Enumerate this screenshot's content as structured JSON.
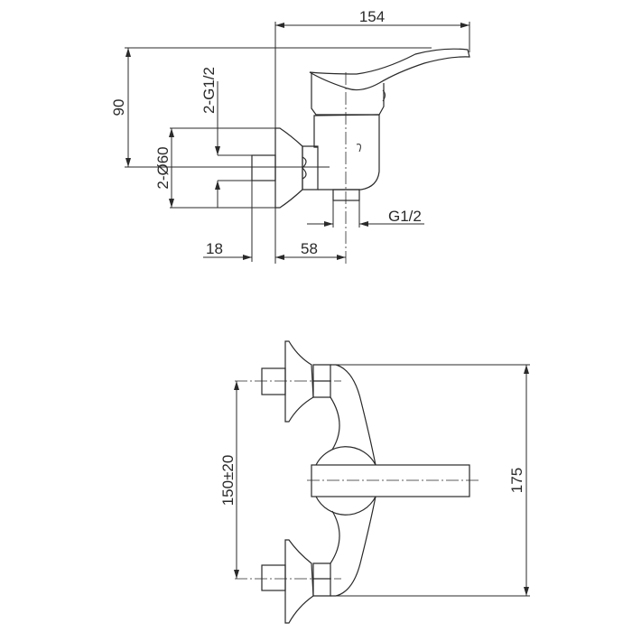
{
  "side_view": {
    "dim_width": "154",
    "dim_height": "90",
    "dim_inlet_thread": "2-G1/2",
    "dim_flange_diameter": "2-Ø60",
    "dim_outlet_thread": "G1/2",
    "dim_pipe_length": "18",
    "dim_offset": "58"
  },
  "front_view": {
    "dim_center_distance": "150±20",
    "dim_total_height": "175"
  },
  "colors": {
    "line": "#2a2a2a",
    "background": "#ffffff"
  }
}
